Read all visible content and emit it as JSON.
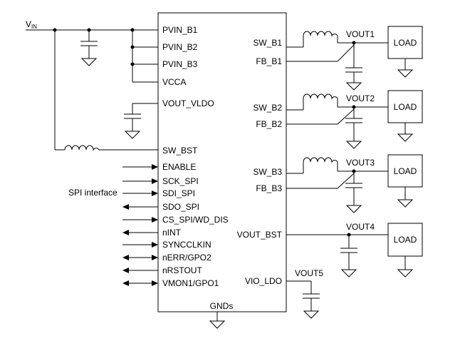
{
  "diagram": {
    "vin_label": {
      "main": "V",
      "sub": "IN"
    },
    "left_pins": [
      "PVIN_B1",
      "PVIN_B2",
      "PVIN_B3",
      "VCCA",
      "VOUT_VLDO",
      "SW_BST",
      "ENABLE",
      "SCK_SPI",
      "SDI_SPI",
      "SDO_SPI",
      "CS_SPI/WD_DIS",
      "nINT",
      "SYNCCLKIN",
      "nERR/GPO2",
      "nRSTOUT",
      "VMON1/GPO1"
    ],
    "right_pins": [
      "SW_B1",
      "FB_B1",
      "SW_B2",
      "FB_B2",
      "SW_B3",
      "FB_B3",
      "VOUT_BST",
      "VIO_LDO"
    ],
    "bottom_pin": "GNDs",
    "spi_label": "SPI interface",
    "outputs": [
      "VOUT1",
      "VOUT2",
      "VOUT3",
      "VOUT4",
      "VOUT5"
    ],
    "load_label": "LOAD"
  }
}
